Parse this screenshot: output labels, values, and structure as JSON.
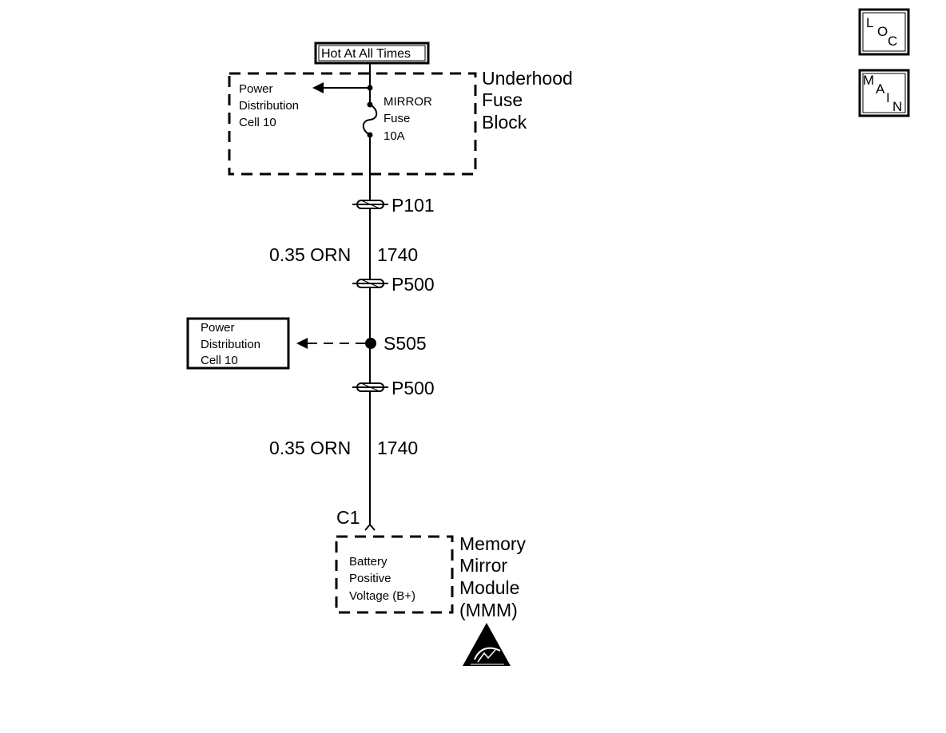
{
  "nav": {
    "loc": {
      "l": "L",
      "o": "O",
      "c": "C"
    },
    "main": {
      "m": "M",
      "a": "A",
      "i": "I",
      "n": "N"
    }
  },
  "power_label": "Hot At All Times",
  "underhood_block": {
    "title": [
      "Underhood",
      "Fuse",
      "Block"
    ],
    "pd_ref": [
      "Power",
      "Distribution",
      "Cell 10"
    ],
    "fuse": [
      "MIRROR",
      "Fuse",
      "10A"
    ]
  },
  "connectors": {
    "p101": "P101",
    "p500_upper": "P500",
    "p500_lower": "P500",
    "c1": "C1"
  },
  "splice": "S505",
  "pd_ref_splice": [
    "Power",
    "Distribution",
    "Cell 10"
  ],
  "wires": {
    "upper": {
      "gauge_color": "0.35 ORN",
      "circuit": "1740"
    },
    "lower": {
      "gauge_color": "0.35 ORN",
      "circuit": "1740"
    }
  },
  "module": {
    "title": [
      "Memory",
      "Mirror",
      "Module",
      "(MMM)"
    ],
    "terminal": [
      "Battery",
      "Positive",
      "Voltage (B+)"
    ]
  },
  "esd_icon": "esd-warning-icon"
}
